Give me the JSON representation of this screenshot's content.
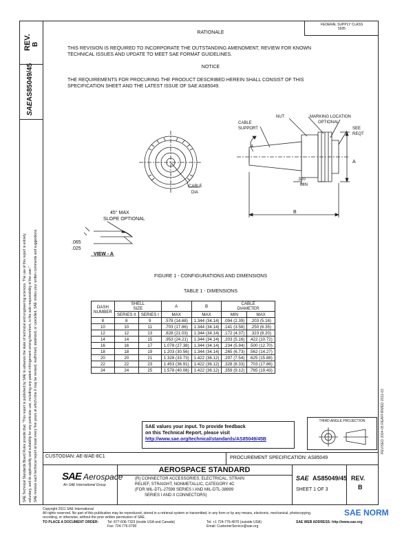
{
  "side": {
    "rev_label": "REV.",
    "rev_value": "B",
    "doc_id": "AS85049/45",
    "sae_prefix": "SAE",
    "disclaimer_1": "SAE Technical Standards Board Rules provide that: \"This report is published by SAE to advance the state of technical and engineering sciences. The use of this report is entirely",
    "disclaimer_2": "voluntary, and its applicability and suitability for any particular use, including any patent infringement arising therefrom, is the sole responsibility of the user.\"",
    "disclaimer_3": "SAE reviews each technical report at least every five years at which time it may be revised, reaffirmed, stabilized, or cancelled. SAE invites your written comments and suggestions.",
    "right_edge": "REVISED 2004-05    REAFFIRMED 2011-03"
  },
  "top_right": {
    "line1": "FEDERAL SUPPLY CLASS",
    "line2": "5935"
  },
  "rationale": {
    "heading": "RATIONALE",
    "line1": "THIS REVISION IS REQUIRED TO INCORPORATE THE OUTSTANDING AMENDMENT, REVIEW FOR KNOWN",
    "line2": "TECHNICAL ISSUES AND UPDATE TO MEET SAE FORMAT GUIDELINES."
  },
  "notice": {
    "heading": "NOTICE",
    "line1": "THE REQUIREMENTS FOR PROCURING THE PRODUCT DESCRIBED HEREIN SHALL CONSIST OF THIS",
    "line2": "SPECIFICATION SHEET AND THE LATEST ISSUE OF SAE AS85049."
  },
  "drawing": {
    "nut": "NUT",
    "marking1": "MARKING LOCATION",
    "marking2": "OPTIONAL",
    "cable_support1": "CABLE",
    "cable_support2": "SUPPORT",
    "see1": "SEE",
    "see2": "REQT",
    "dim_a": "A",
    "dim_b": "B",
    "min_dim1": ".320",
    "min_dim2": "MIN",
    "cable_dia1": "CABLE",
    "cable_dia2": "DIA",
    "slope1": "45° MAX",
    "slope2": "SLOPE OPTIONAL",
    "thk1": ".065",
    "thk2": ".025",
    "view_a": "VIEW - A",
    "arrow_a": "A"
  },
  "figure_caption": "FIGURE 1 - CONFIGURATIONS AND DIMENSIONS",
  "table_caption": "TABLE 1 - DIMENSIONS",
  "table": {
    "h_dash1": "DASH",
    "h_dash2": "NUMBER",
    "h_shell1": "SHELL",
    "h_shell2": "SIZE",
    "h_series2": "SERIES II",
    "h_series1": "SERIES I",
    "h_a1": "A",
    "h_a2": "MAX",
    "h_b1": "B",
    "h_b2": "MAX",
    "h_cable1": "CABLE",
    "h_cable2": "DIAMETER",
    "h_min": "MIN",
    "h_max": "MAX",
    "rows": [
      [
        "8",
        "8",
        "9",
        ".578 (14.68)",
        "1.344 (34.14)",
        ".094 (2.39)",
        ".203 (5.16)"
      ],
      [
        "10",
        "10",
        "11",
        ".703 (17.86)",
        "1.344 (34.14)",
        ".141 (3.58)",
        ".250 (6.35)"
      ],
      [
        "12",
        "12",
        "13",
        ".828 (21.03)",
        "1.344 (34.14)",
        ".172 (4.37)",
        ".323 (8.20)"
      ],
      [
        "14",
        "14",
        "15",
        ".953 (24.21)",
        "1.344 (34.14)",
        ".203 (5.16)",
        ".422 (10.72)"
      ],
      [
        "16",
        "16",
        "17",
        "1.078 (27.38)",
        "1.344 (34.14)",
        ".234 (5.94)",
        ".500 (12.70)"
      ],
      [
        "18",
        "18",
        "19",
        "1.203 (30.56)",
        "1.344 (34.14)",
        ".265 (6.73)",
        ".562 (14.27)"
      ],
      [
        "20",
        "20",
        "21",
        "1.328 (33.73)",
        "1.422 (36.12)",
        ".297 (7.54)",
        ".625 (15.88)"
      ],
      [
        "22",
        "22",
        "23",
        "1.453 (36.91)",
        "1.422 (36.12)",
        ".328 (8.33)",
        ".703 (17.86)"
      ],
      [
        "24",
        "24",
        "25",
        "1.578 (40.08)",
        "1.422 (36.12)",
        ".359 (9.12)",
        ".765 (19.43)"
      ]
    ]
  },
  "third_angle": "THIRD ANGLE PROJECTION",
  "feedback": {
    "line1": "SAE values your input. To provide feedback",
    "line2": "on this Technical Report, please visit",
    "link": "http://www.sae.org/technical/standards/AS85049/45B"
  },
  "custodian": "CUSTODIAN: AE-8/AE-8C1",
  "procurement": "PROCUREMENT SPECIFICATION:  AS85049",
  "title_block": {
    "sae": "SAE",
    "aerospace": "Aerospace",
    "intl": "An SAE International Group",
    "standard": "AEROSPACE STANDARD",
    "desc1": "(R) CONNECTOR ACCESSORIES, ELECTRICAL, STRAIN",
    "desc2": "RELIEF, STRAIGHT, NONMETALLIC, CATEGORY 4C",
    "desc3": "(FOR MIL-DTL-27599 SERIES I AND MIL-DTL-38999",
    "desc4": "SERIES I AND II CONNECTORS)",
    "doc_sae": "SAE",
    "doc_no": "AS85049/45",
    "sheet": "SHEET 1 OF 3",
    "rev_label": "REV.",
    "rev_value": "B"
  },
  "footer": {
    "copyright": "Copyright 2011 SAE International",
    "rights": "All rights reserved. No part of this publication may be reproduced, stored in a retrieval system or transmitted, in any form or by any means, electronic, mechanical, photocopying,",
    "rights2": "recording, or otherwise, without the prior written permission of SAE.",
    "order": "TO PLACE A DOCUMENT ORDER:",
    "tel": "Tel:  877-606-7323 (inside USA and Canada)",
    "tel2": "Tel:  +1 724-776-4970 (outside USA)",
    "fax": "Fax:  724-776-0790",
    "email": "Email: CustomerService@sae.org",
    "web": "SAE WEB ADDRESS:   http://www.sae.org"
  },
  "watermark": "SAE NORM"
}
